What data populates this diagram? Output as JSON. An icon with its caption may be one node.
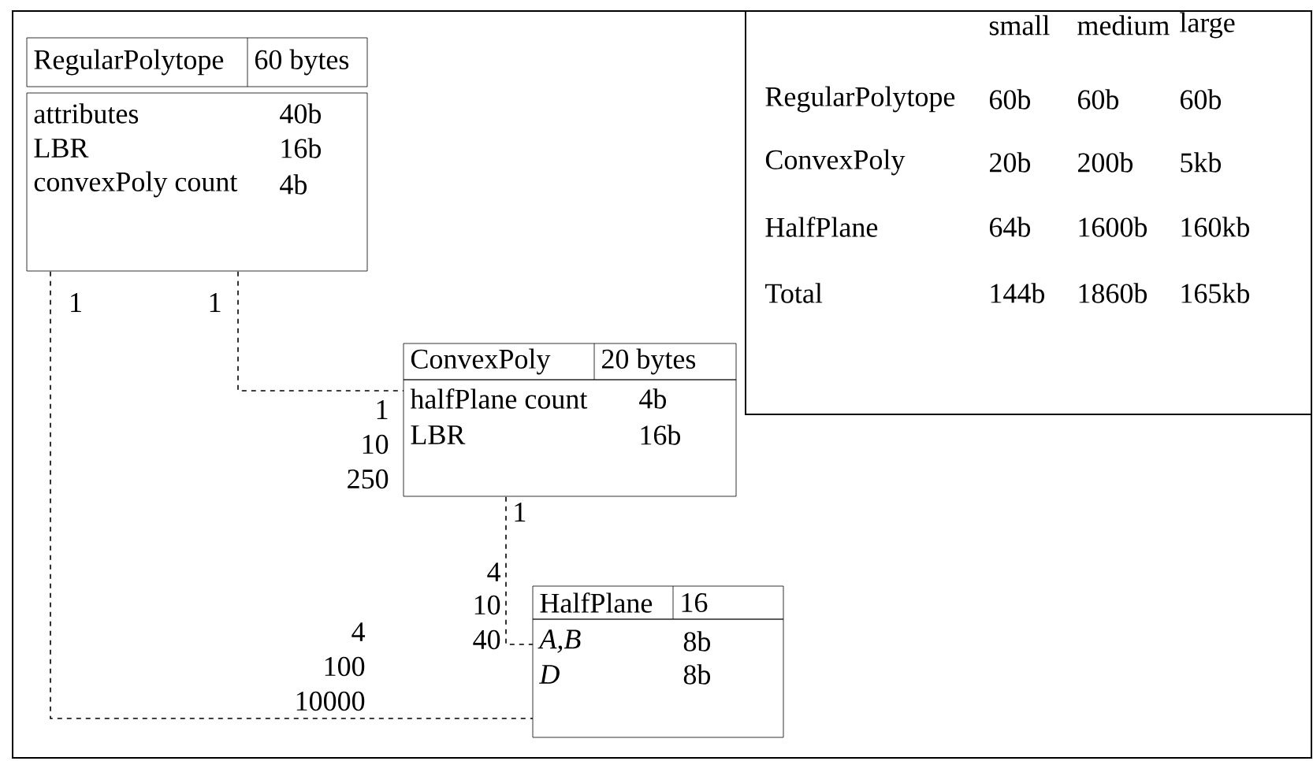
{
  "diagram": {
    "nodes": [
      {
        "text": [
          "RegularPolytope",
          "60 bytes",
          "attributes",
          "40b",
          "LBR",
          "16b",
          "convexPoly count",
          "4b"
        ]
      },
      {
        "text": [
          "ConvexPoly",
          "20 bytes",
          "halfPlane count",
          "4b",
          "LBR",
          "16b"
        ]
      },
      {
        "text": [
          "HalfPlane",
          "16",
          "A,B",
          "8b",
          "D",
          "8b"
        ]
      }
    ],
    "edges": [
      {
        "from": 0,
        "to": 1,
        "arrow": "none",
        "style": "dashed"
      },
      {
        "from": 1,
        "to": 2,
        "arrow": "none",
        "style": "dashed"
      },
      {
        "from": 0,
        "to": 2,
        "arrow": "none",
        "style": "dashed"
      }
    ],
    "labels": [
      "1",
      "1",
      "1",
      "10",
      "250",
      "1",
      "4",
      "10",
      "4",
      "40",
      "100",
      "10000",
      "small",
      "medium",
      "large",
      "RegularPolytope",
      "60b",
      "60b",
      "60b",
      "ConvexPoly",
      "20b",
      "200b",
      "5kb",
      "HalfPlane",
      "64b",
      "1600b",
      "160kb",
      "Total",
      "144b",
      "1860b",
      "165kb"
    ]
  }
}
